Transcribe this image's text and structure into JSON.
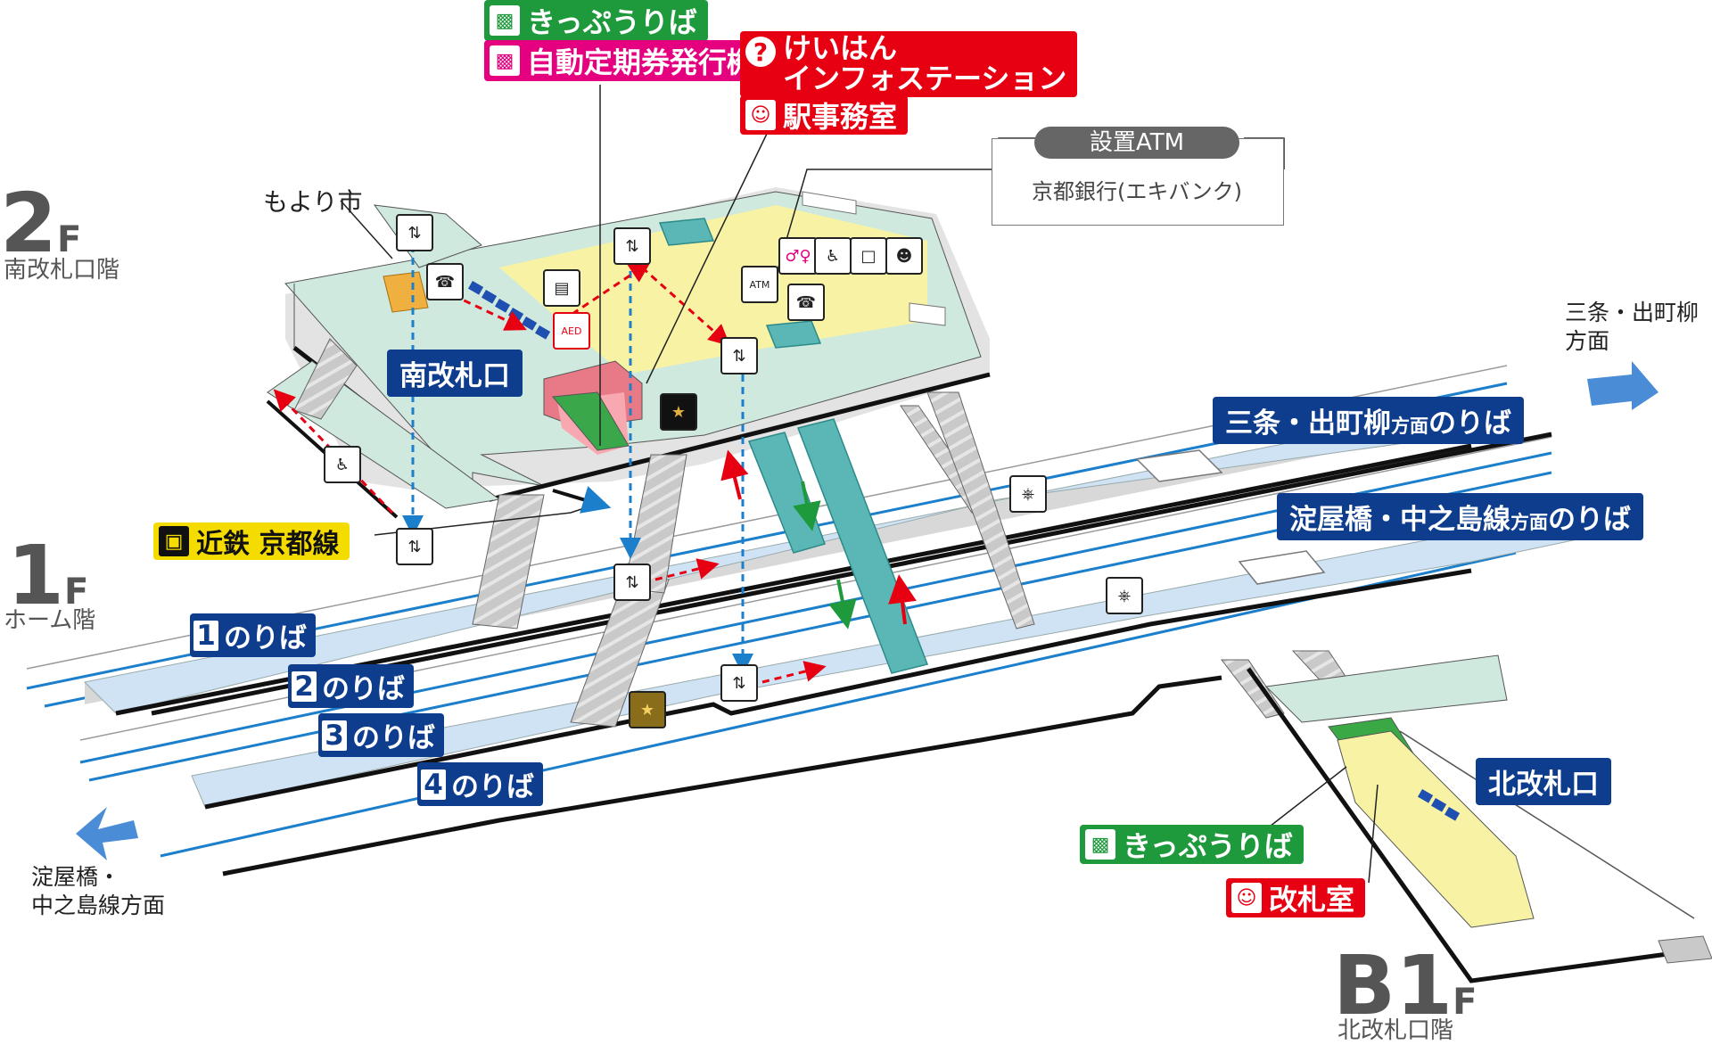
{
  "floors": {
    "f2": {
      "label": "2",
      "suffix": "F",
      "name": "南改札口階"
    },
    "f1": {
      "label": "1",
      "suffix": "F",
      "name": "ホーム階"
    },
    "b1": {
      "label": "B1",
      "suffix": "F",
      "name": "北改札口階"
    }
  },
  "tags": {
    "ticket_top": "きっぷうりば",
    "commuter_machine": "自動定期券発行機",
    "info_line1": "けいはん",
    "info_line2": "インフォステーション",
    "station_office": "駅事務室",
    "ticket_b1": "きっぷうりば",
    "gate_office": "改札室"
  },
  "atm": {
    "title": "設置ATM",
    "bank": "京都銀行(エキバンク)"
  },
  "labels": {
    "moyori": "もより市",
    "south_gate": "南改札口",
    "north_gate": "北改札口",
    "kintetsu_line": "近鉄 京都線",
    "sanjo_platform_main": "三条・出町柳",
    "sanjo_platform_small": "方面",
    "sanjo_platform_end": "のりば",
    "yodoyabashi_platform_main": "淀屋橋・中之島線",
    "yodoyabashi_platform_small": "方面",
    "yodoyabashi_platform_end": "のりば",
    "dir_right_1": "三条・出町柳",
    "dir_right_2": "方面",
    "dir_left_1": "淀屋橋・",
    "dir_left_2": "中之島線方面"
  },
  "platforms": [
    {
      "num": "1",
      "text": "のりば"
    },
    {
      "num": "2",
      "text": "のりば"
    },
    {
      "num": "3",
      "text": "のりば"
    },
    {
      "num": "4",
      "text": "のりば"
    }
  ],
  "icons": {
    "atm": "ATM",
    "aed": "AED"
  },
  "colors": {
    "navy": "#0d3d8c",
    "ticket_green": "#1e9a3c",
    "magenta": "#e4007f",
    "red": "#e60012",
    "platform_blue": "#cfe3f5",
    "concourse_green": "#cfe9de",
    "concourse_yellow": "#f8f3a4",
    "track_blue": "#1b7fcc"
  }
}
